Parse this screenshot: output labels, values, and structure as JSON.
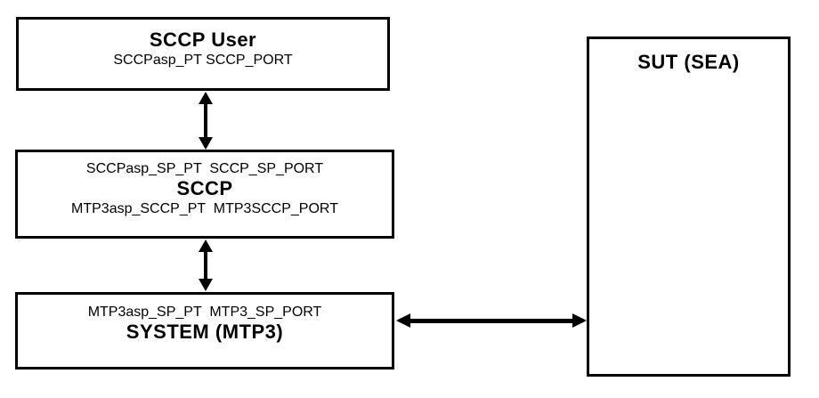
{
  "diagram": {
    "background_color": "#ffffff",
    "line_color": "#000000",
    "boxes": {
      "sccp_user": {
        "title": "SCCP User",
        "ports": "SCCPasp_PT SCCP_PORT"
      },
      "sccp": {
        "top_ports": "SCCPasp_SP_PT  SCCP_SP_PORT",
        "title": "SCCP",
        "bottom_ports": "MTP3asp_SCCP_PT  MTP3SCCP_PORT"
      },
      "system_mtp3": {
        "ports": "MTP3asp_SP_PT  MTP3_SP_PORT",
        "title": "SYSTEM (MTP3)"
      },
      "sut": {
        "title": "SUT (SEA)"
      }
    },
    "connectors": [
      {
        "name": "sccp-user-to-sccp",
        "type": "double-headed-arrow",
        "orientation": "vertical"
      },
      {
        "name": "sccp-to-system-mtp3",
        "type": "double-headed-arrow",
        "orientation": "vertical"
      },
      {
        "name": "system-mtp3-to-sut",
        "type": "double-headed-arrow",
        "orientation": "horizontal"
      }
    ]
  }
}
